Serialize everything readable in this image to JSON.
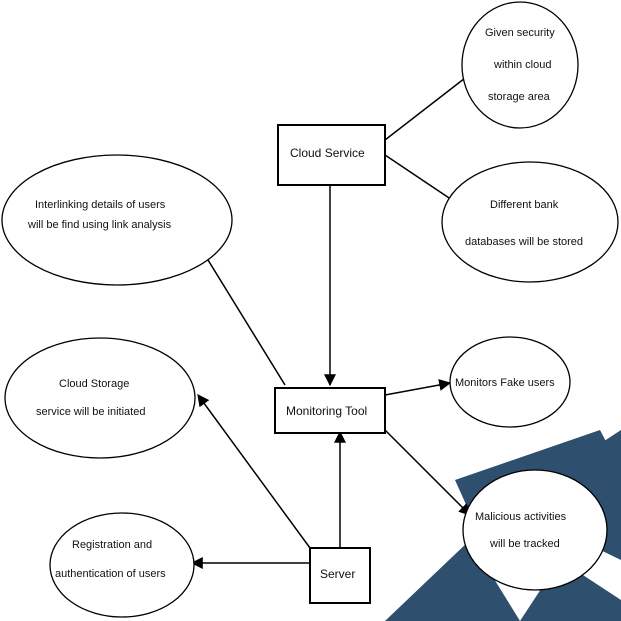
{
  "nodes": {
    "cloud_service": {
      "label": "Cloud Service"
    },
    "monitoring_tool": {
      "label": "Monitoring Tool"
    },
    "server": {
      "label": "Server"
    },
    "security": {
      "lines": [
        "Given security",
        "within cloud",
        "storage area"
      ]
    },
    "bank_db": {
      "lines": [
        "Different bank",
        "databases will be stored"
      ]
    },
    "interlinking": {
      "lines": [
        "Interlinking details of users",
        "will be find using link analysis"
      ]
    },
    "cloud_storage": {
      "lines": [
        "Cloud Storage",
        "service will be initiated"
      ]
    },
    "registration": {
      "lines": [
        "Registration and",
        "authentication of users"
      ]
    },
    "fake_users": {
      "lines": [
        "Monitors Fake users"
      ]
    },
    "malicious": {
      "lines": [
        "Malicious activities",
        "will be tracked"
      ]
    }
  },
  "decor": {
    "stripe_color": "#2e4f6e"
  }
}
